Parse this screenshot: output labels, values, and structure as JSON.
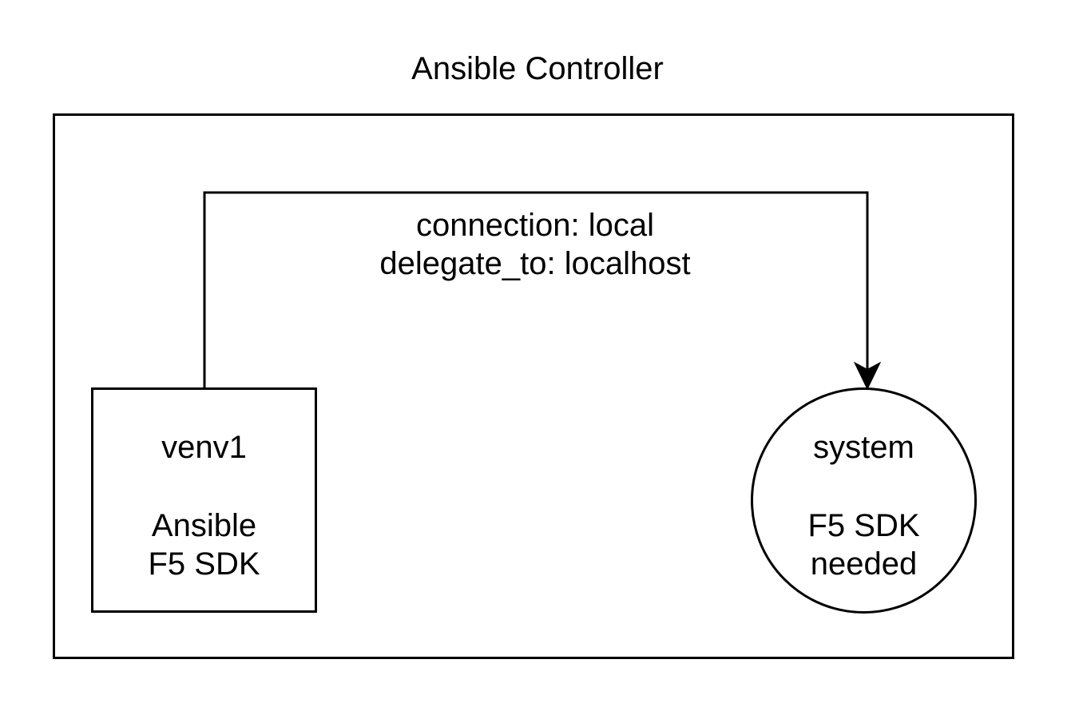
{
  "title": "Ansible Controller",
  "edge": {
    "line1": "connection: local",
    "line2": "delegate_to: localhost"
  },
  "venv": {
    "name": "venv1",
    "line1": "Ansible",
    "line2": "F5 SDK"
  },
  "system": {
    "name": "system",
    "line1": "F5 SDK",
    "line2": "needed"
  }
}
